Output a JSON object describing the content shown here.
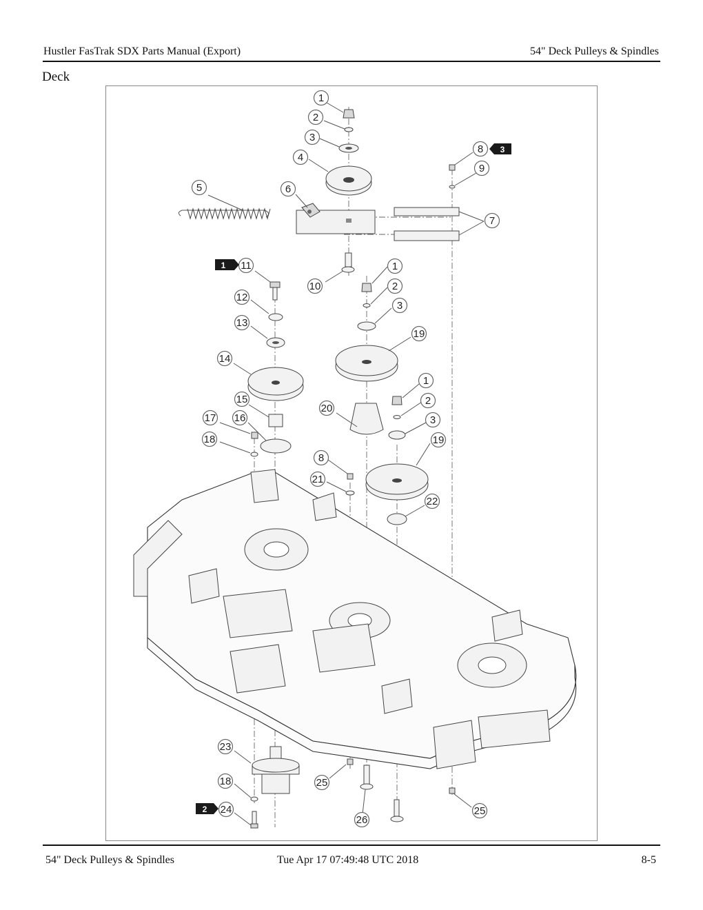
{
  "header": {
    "left": "Hustler FasTrak SDX Parts Manual (Export)",
    "right": "54\" Deck Pulleys & Spindles"
  },
  "section_title": "Deck",
  "callouts": [
    "1",
    "2",
    "3",
    "4",
    "5",
    "6",
    "7",
    "8",
    "9",
    "10",
    "11",
    "12",
    "13",
    "14",
    "15",
    "16",
    "17",
    "18",
    "19",
    "20",
    "21",
    "22",
    "23",
    "24",
    "25",
    "26"
  ],
  "flags": [
    "1",
    "2",
    "3"
  ],
  "footer": {
    "left": "54\" Deck Pulleys & Spindles",
    "center": "Tue Apr 17 07:49:48 UTC 2018",
    "right": "8-5"
  }
}
